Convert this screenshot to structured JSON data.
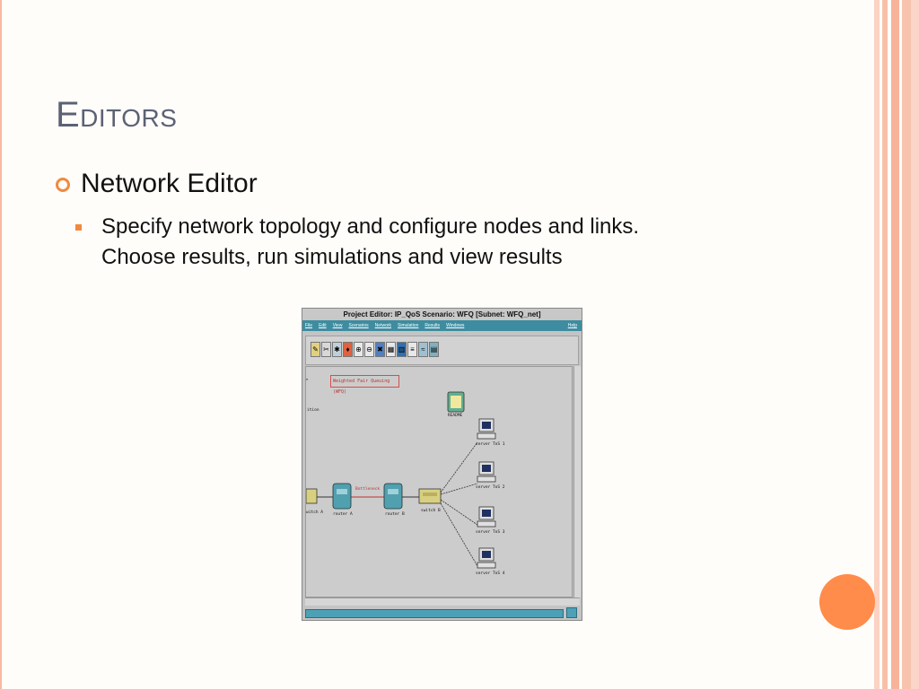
{
  "slide": {
    "title": "Editors",
    "bullet": "Network Editor",
    "subbullet_line1": "Specify network topology and configure nodes and links.",
    "subbullet_line2": "Choose results, run simulations and view results"
  },
  "screenshot": {
    "window_title": "Project Editor: IP_QoS Scenario: WFQ  [Subnet: WFQ_net]",
    "menus": [
      "File",
      "Edit",
      "View",
      "Scenarios",
      "Network",
      "Simulation",
      "Results",
      "Windows"
    ],
    "help_menu": "Help",
    "canvas": {
      "label": "Weighted Fair Queuing (WFQ)",
      "left_fragment": "ition",
      "readme": "README",
      "bottleneck": "Bottleneck",
      "nodes": {
        "switch_a": "witch A",
        "router_a": "router A",
        "router_b": "router B",
        "switch_b": "switch B",
        "server1": "server ToS 1",
        "server2": "server ToS 2",
        "server3": "server ToS 3",
        "server4": "server ToS 4"
      }
    }
  },
  "colors": {
    "accent": "#f08a40",
    "title": "#5c6275",
    "menubar": "#3e8ca0",
    "stripe": "#f7b9a3"
  }
}
